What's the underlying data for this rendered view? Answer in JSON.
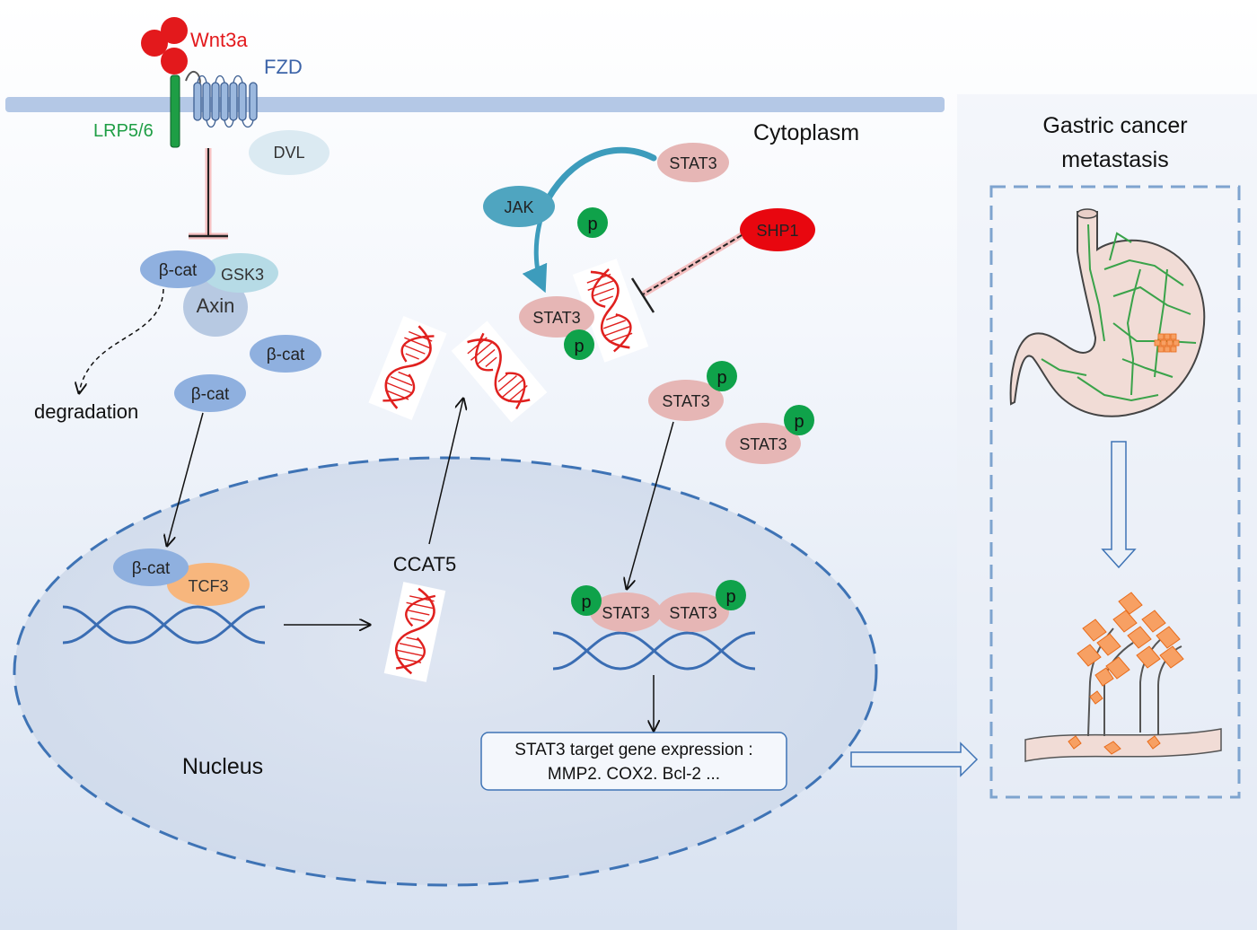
{
  "labels": {
    "wnt3a": "Wnt3a",
    "fzd": "FZD",
    "lrp": "LRP5/6",
    "dvl": "DVL",
    "cytoplasm": "Cytoplasm",
    "gastric_title_1": "Gastric cancer",
    "gastric_title_2": "metastasis",
    "axin": "Axin",
    "gsk3": "GSK3",
    "degradation": "degradation",
    "nucleus": "Nucleus",
    "tcf3": "TCF3",
    "ccat5": "CCAT5",
    "jak": "JAK",
    "shp1": "SHP1",
    "stat3": "STAT3",
    "beta_cat": "β-cat",
    "p": "p",
    "target_line1": "STAT3 target  gene expression :",
    "target_line2": "MMP2. COX2. Bcl-2 ..."
  },
  "colors": {
    "wnt": "#e3191c",
    "fzd_text": "#3b63a8",
    "lrp": "#1e9e45",
    "membrane": "#b4c8e6",
    "beta_cat": "#8fb0df",
    "gsk3": "#b6dbe6",
    "axin": "#b7c9e2",
    "dvl": "#dbeaf2",
    "tcf3": "#f7b67d",
    "stat3": "#e6b6b5",
    "jak": "#4fa5c0",
    "shp1": "#e8070f",
    "phospho": "#0fa24a",
    "dna": "#3a6db3",
    "rna": "#e0201e",
    "nucleus_border": "#3e73b5",
    "box_dash": "#7ea4cf"
  }
}
